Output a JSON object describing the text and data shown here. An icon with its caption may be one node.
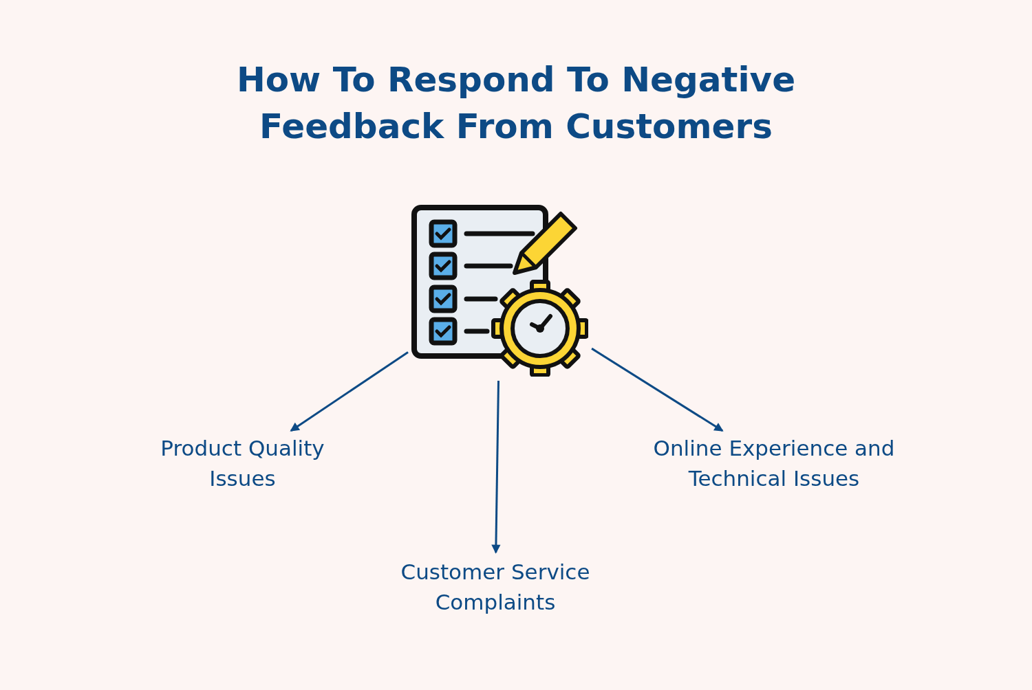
{
  "diagram": {
    "title": "How To Respond To Negative Feedback From Customers",
    "nodes": [
      {
        "text": [],
        "shape": "picture"
      },
      {
        "text": [
          "Product Quality Issues"
        ]
      },
      {
        "text": [
          "Customer Service Complaints"
        ]
      },
      {
        "text": [
          "Online Experience and Technical Issues"
        ]
      }
    ],
    "edges": [
      {
        "from": 0,
        "to": 1,
        "arrow": "to"
      },
      {
        "from": 0,
        "to": 2,
        "arrow": "to"
      },
      {
        "from": 0,
        "to": 3,
        "arrow": "to"
      }
    ]
  }
}
